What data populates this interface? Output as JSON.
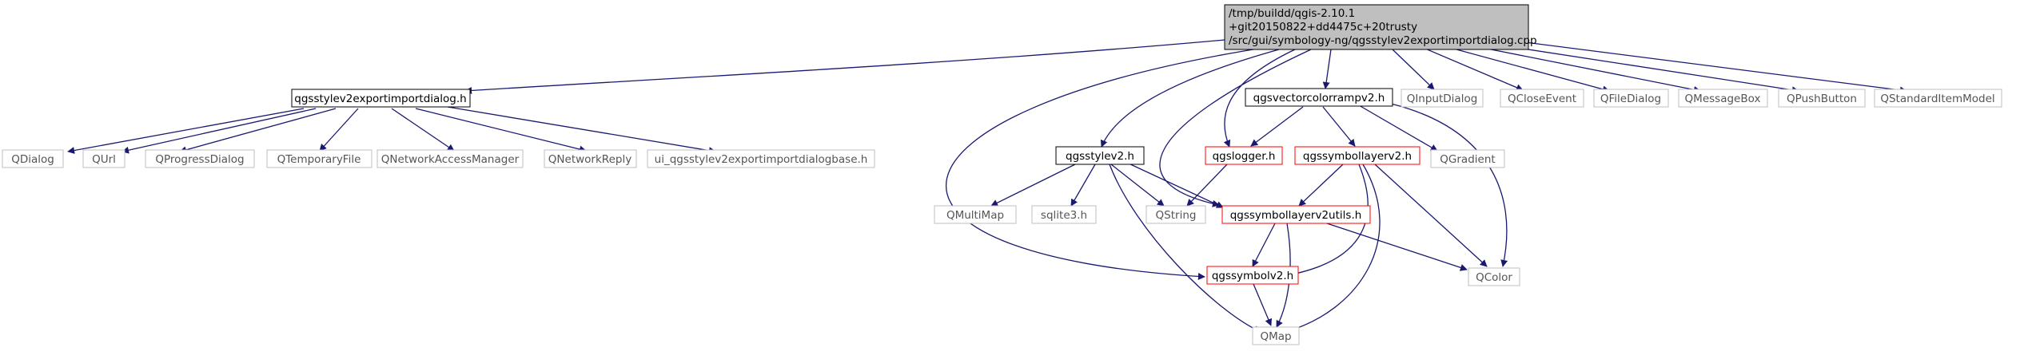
{
  "colors": {
    "edge": "#191970",
    "edge_system": "#a8a8a8",
    "root_fill": "#bfbfbf",
    "border_documented": "#000000",
    "border_undocumented": "#ff0000",
    "border_system": "#bfbfbf"
  },
  "nodes": {
    "root": [
      "/tmp/buildd/qgis-2.10.1",
      "+git20150822+dd4475c+20trusty",
      "/src/gui/symbology-ng/qgsstylev2exportimportdialog.cpp"
    ],
    "dialog_h": "qgsstylev2exportimportdialog.h",
    "qdialog": "QDialog",
    "qurl": "QUrl",
    "qprogressdialog": "QProgressDialog",
    "qtemporaryfile": "QTemporaryFile",
    "qnetworkaccessmanager": "QNetworkAccessManager",
    "qnetworkreply": "QNetworkReply",
    "ui_base": "ui_qgsstylev2exportimportdialogbase.h",
    "qgsstylev2": "qgsstylev2.h",
    "qmultimap": "QMultiMap",
    "sqlite3": "sqlite3.h",
    "qstring": "QString",
    "qgsvectorcolorrampv2": "qgsvectorcolorrampv2.h",
    "qgslogger": "qgslogger.h",
    "qgssymbollayerv2": "qgssymbollayerv2.h",
    "qgradient": "QGradient",
    "qgssymbollayerv2utils": "qgssymbollayerv2utils.h",
    "qgssymbolv2": "qgssymbolv2.h",
    "qcolor": "QColor",
    "qmap": "QMap",
    "qinputdialog": "QInputDialog",
    "qcloseevent": "QCloseEvent",
    "qfiledialog": "QFileDialog",
    "qmessagebox": "QMessageBox",
    "qpushbutton": "QPushButton",
    "qstandarditemmodel": "QStandardItemModel"
  }
}
